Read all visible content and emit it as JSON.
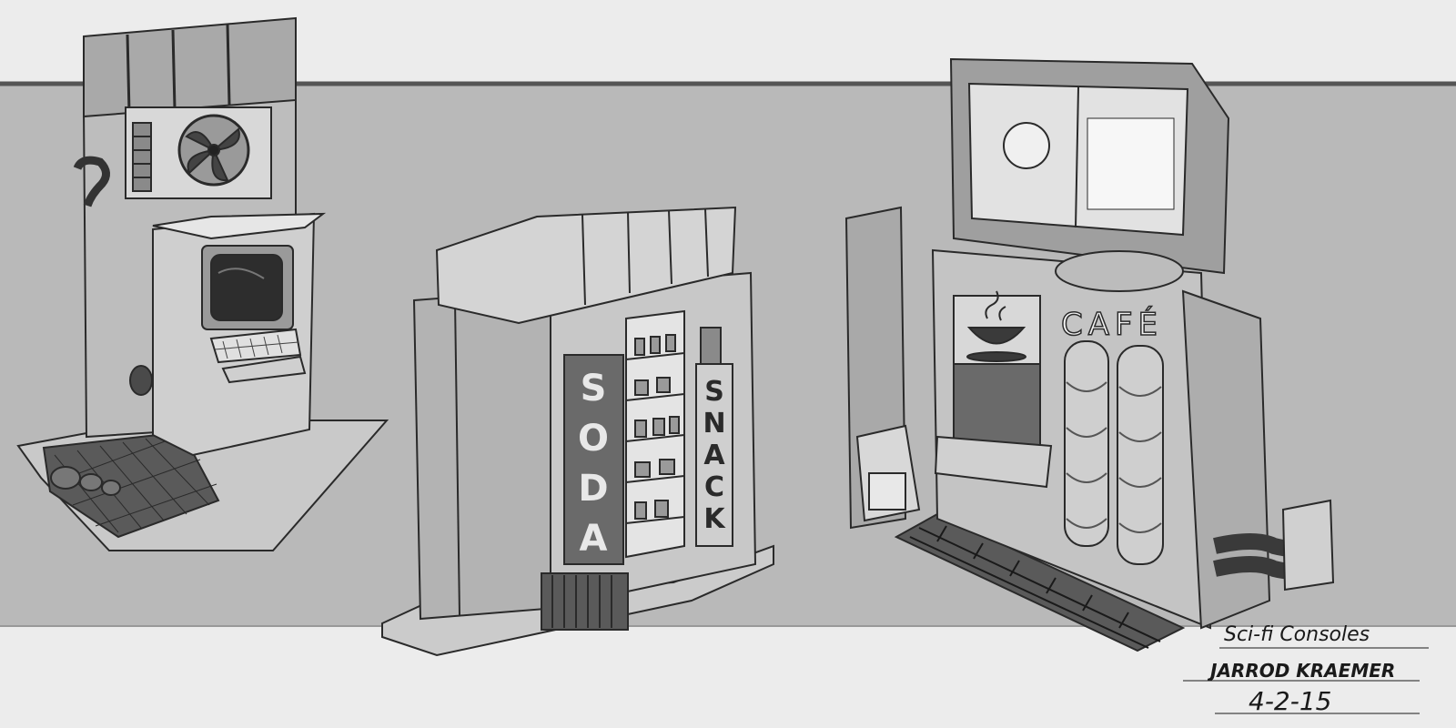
{
  "artwork": {
    "title": "Sci-fi Consoles",
    "artist": "JARROD KRAEMER",
    "date": "4-2-15",
    "palette": {
      "backdrop": "#b9b9b9",
      "paper": "#ececec",
      "light_panel": "#dcdcdc",
      "mid_panel": "#a8a8a8",
      "dark_panel": "#6a6a6a",
      "ink": "#2a2a2a"
    }
  },
  "machines": {
    "terminal": {
      "subject": "wall terminal with fan, monitor and keyboard"
    },
    "vending": {
      "subject": "soda and snack vending machine",
      "left_sign": [
        "S",
        "O",
        "D",
        "A"
      ],
      "right_sign": [
        "S",
        "N",
        "A",
        "C",
        "K"
      ]
    },
    "cafe": {
      "subject": "cafe dispenser with overhead display",
      "sign": "CAFÉ"
    }
  }
}
